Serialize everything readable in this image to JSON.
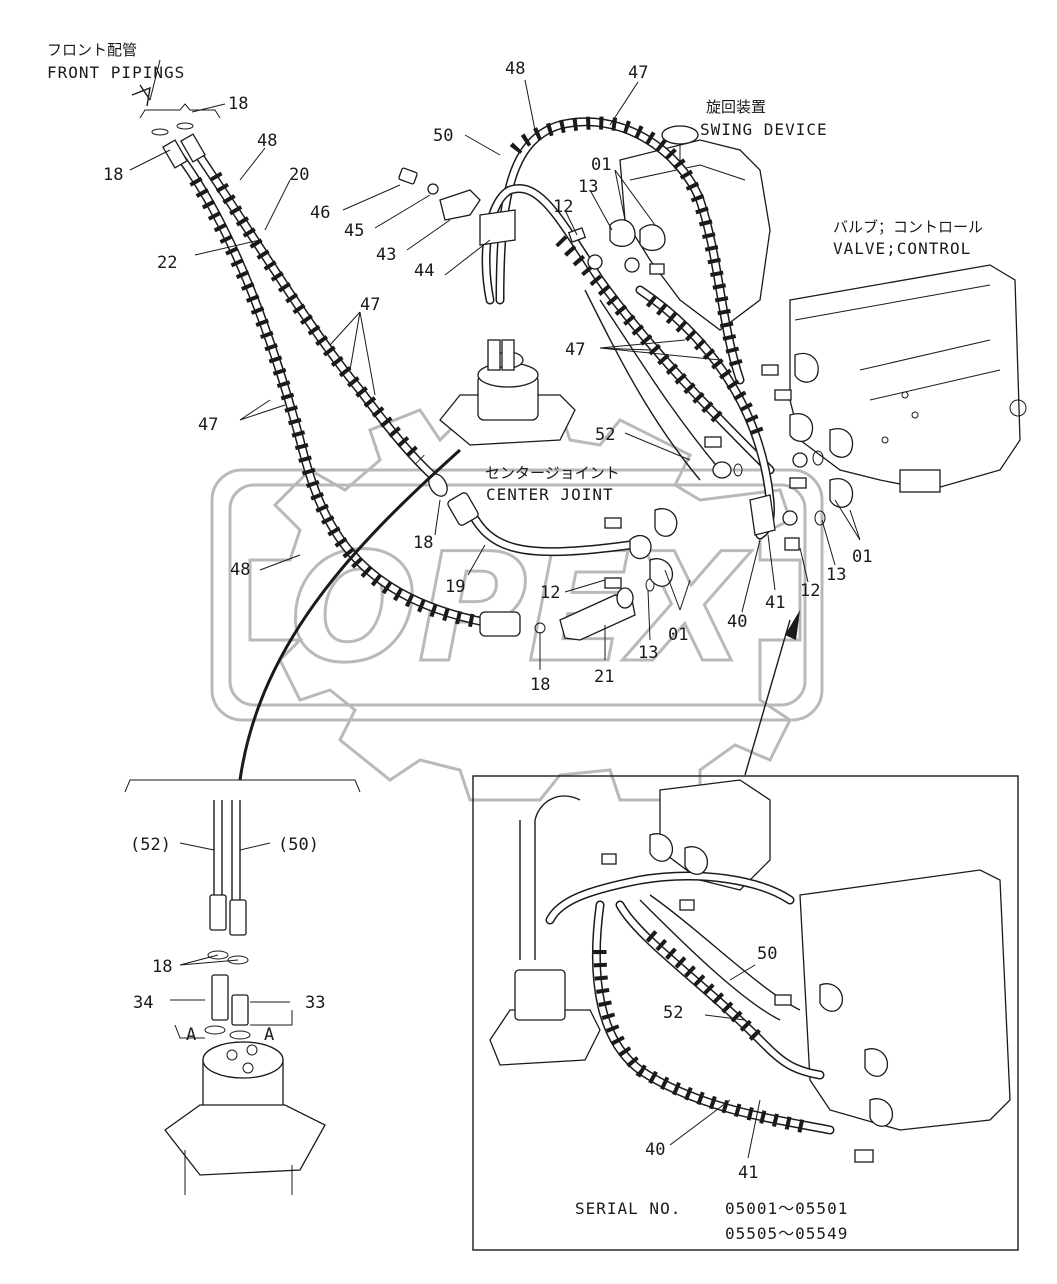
{
  "titles": {
    "front_pipings_jp": "フロント配管",
    "front_pipings_en": "FRONT PIPINGS",
    "swing_device_jp": "旋回装置",
    "swing_device_en": "SWING DEVICE",
    "valve_control_jp": "バルブ；コントロール",
    "valve_control_en": "VALVE;CONTROL",
    "center_joint_jp": "センタージョイント",
    "center_joint_en": "CENTER JOINT"
  },
  "watermark": "OPEX",
  "serial": {
    "label": "SERIAL NO.",
    "range1": "05001～05501",
    "range2": "05505～05549"
  },
  "callouts": [
    {
      "id": "c-18a",
      "text": "18"
    },
    {
      "id": "c-18b",
      "text": "18"
    },
    {
      "id": "c-48a",
      "text": "48"
    },
    {
      "id": "c-20",
      "text": "20"
    },
    {
      "id": "c-22",
      "text": "22"
    },
    {
      "id": "c-47a",
      "text": "47"
    },
    {
      "id": "c-47b",
      "text": "47"
    },
    {
      "id": "c-48top",
      "text": "48"
    },
    {
      "id": "c-47top",
      "text": "47"
    },
    {
      "id": "c-50",
      "text": "50"
    },
    {
      "id": "c-46",
      "text": "46"
    },
    {
      "id": "c-45",
      "text": "45"
    },
    {
      "id": "c-43",
      "text": "43"
    },
    {
      "id": "c-44",
      "text": "44"
    },
    {
      "id": "c-01a",
      "text": "01"
    },
    {
      "id": "c-13a",
      "text": "13"
    },
    {
      "id": "c-12a",
      "text": "12"
    },
    {
      "id": "c-47c",
      "text": "47"
    },
    {
      "id": "c-52",
      "text": "52"
    },
    {
      "id": "c-18c",
      "text": "18"
    },
    {
      "id": "c-19",
      "text": "19"
    },
    {
      "id": "c-48b",
      "text": "48"
    },
    {
      "id": "c-12b",
      "text": "12"
    },
    {
      "id": "c-01b",
      "text": "01"
    },
    {
      "id": "c-13b",
      "text": "13"
    },
    {
      "id": "c-18d",
      "text": "18"
    },
    {
      "id": "c-21",
      "text": "21"
    },
    {
      "id": "c-40",
      "text": "40"
    },
    {
      "id": "c-41",
      "text": "41"
    },
    {
      "id": "c-12c",
      "text": "12"
    },
    {
      "id": "c-13c",
      "text": "13"
    },
    {
      "id": "c-01c",
      "text": "01"
    },
    {
      "id": "c-52p",
      "text": "(52)"
    },
    {
      "id": "c-50p",
      "text": "(50)"
    },
    {
      "id": "c-18e",
      "text": "18"
    },
    {
      "id": "c-34",
      "text": "34"
    },
    {
      "id": "c-33",
      "text": "33"
    },
    {
      "id": "c-Aa",
      "text": "A"
    },
    {
      "id": "c-Ab",
      "text": "A"
    },
    {
      "id": "c-50i",
      "text": "50"
    },
    {
      "id": "c-52i",
      "text": "52"
    },
    {
      "id": "c-40i",
      "text": "40"
    },
    {
      "id": "c-41i",
      "text": "41"
    }
  ]
}
